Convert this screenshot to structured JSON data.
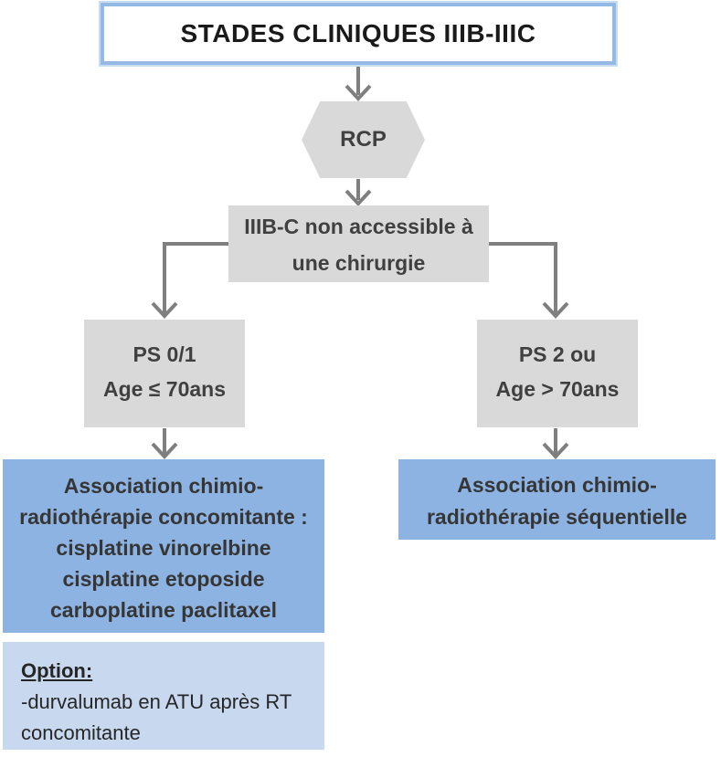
{
  "diagram": {
    "title": "STADES CLINIQUES IIIB-IIIC",
    "nodes": {
      "rcp": {
        "label": "RCP"
      },
      "inoperable": {
        "lines": [
          "IIIB-C non accessible à",
          "une chirurgie"
        ]
      },
      "ps_fit": {
        "lines": [
          "PS 0/1",
          "Age ≤ 70ans"
        ]
      },
      "ps_unfit": {
        "lines": [
          "PS 2 ou",
          "Age > 70ans"
        ]
      },
      "concomitant": {
        "lines": [
          "Association chimio-",
          "radiothérapie concomitante :",
          "cisplatine vinorelbine",
          "cisplatine etoposide",
          "carboplatine paclitaxel"
        ]
      },
      "sequential": {
        "lines": [
          "Association chimio-",
          "radiothérapie séquentielle"
        ]
      },
      "option": {
        "heading": "Option:",
        "lines": [
          "-durvalumab en ATU après RT",
          "concomitante"
        ]
      }
    },
    "colors": {
      "gray_node": "#d9d9d9",
      "blue_node": "#8db3e2",
      "light_blue_node": "#c8d9ef",
      "title_border": "#94b9e4",
      "connector": "#7f7f7f",
      "text_dark": "#404040",
      "text_black": "#1a1a1a"
    }
  }
}
